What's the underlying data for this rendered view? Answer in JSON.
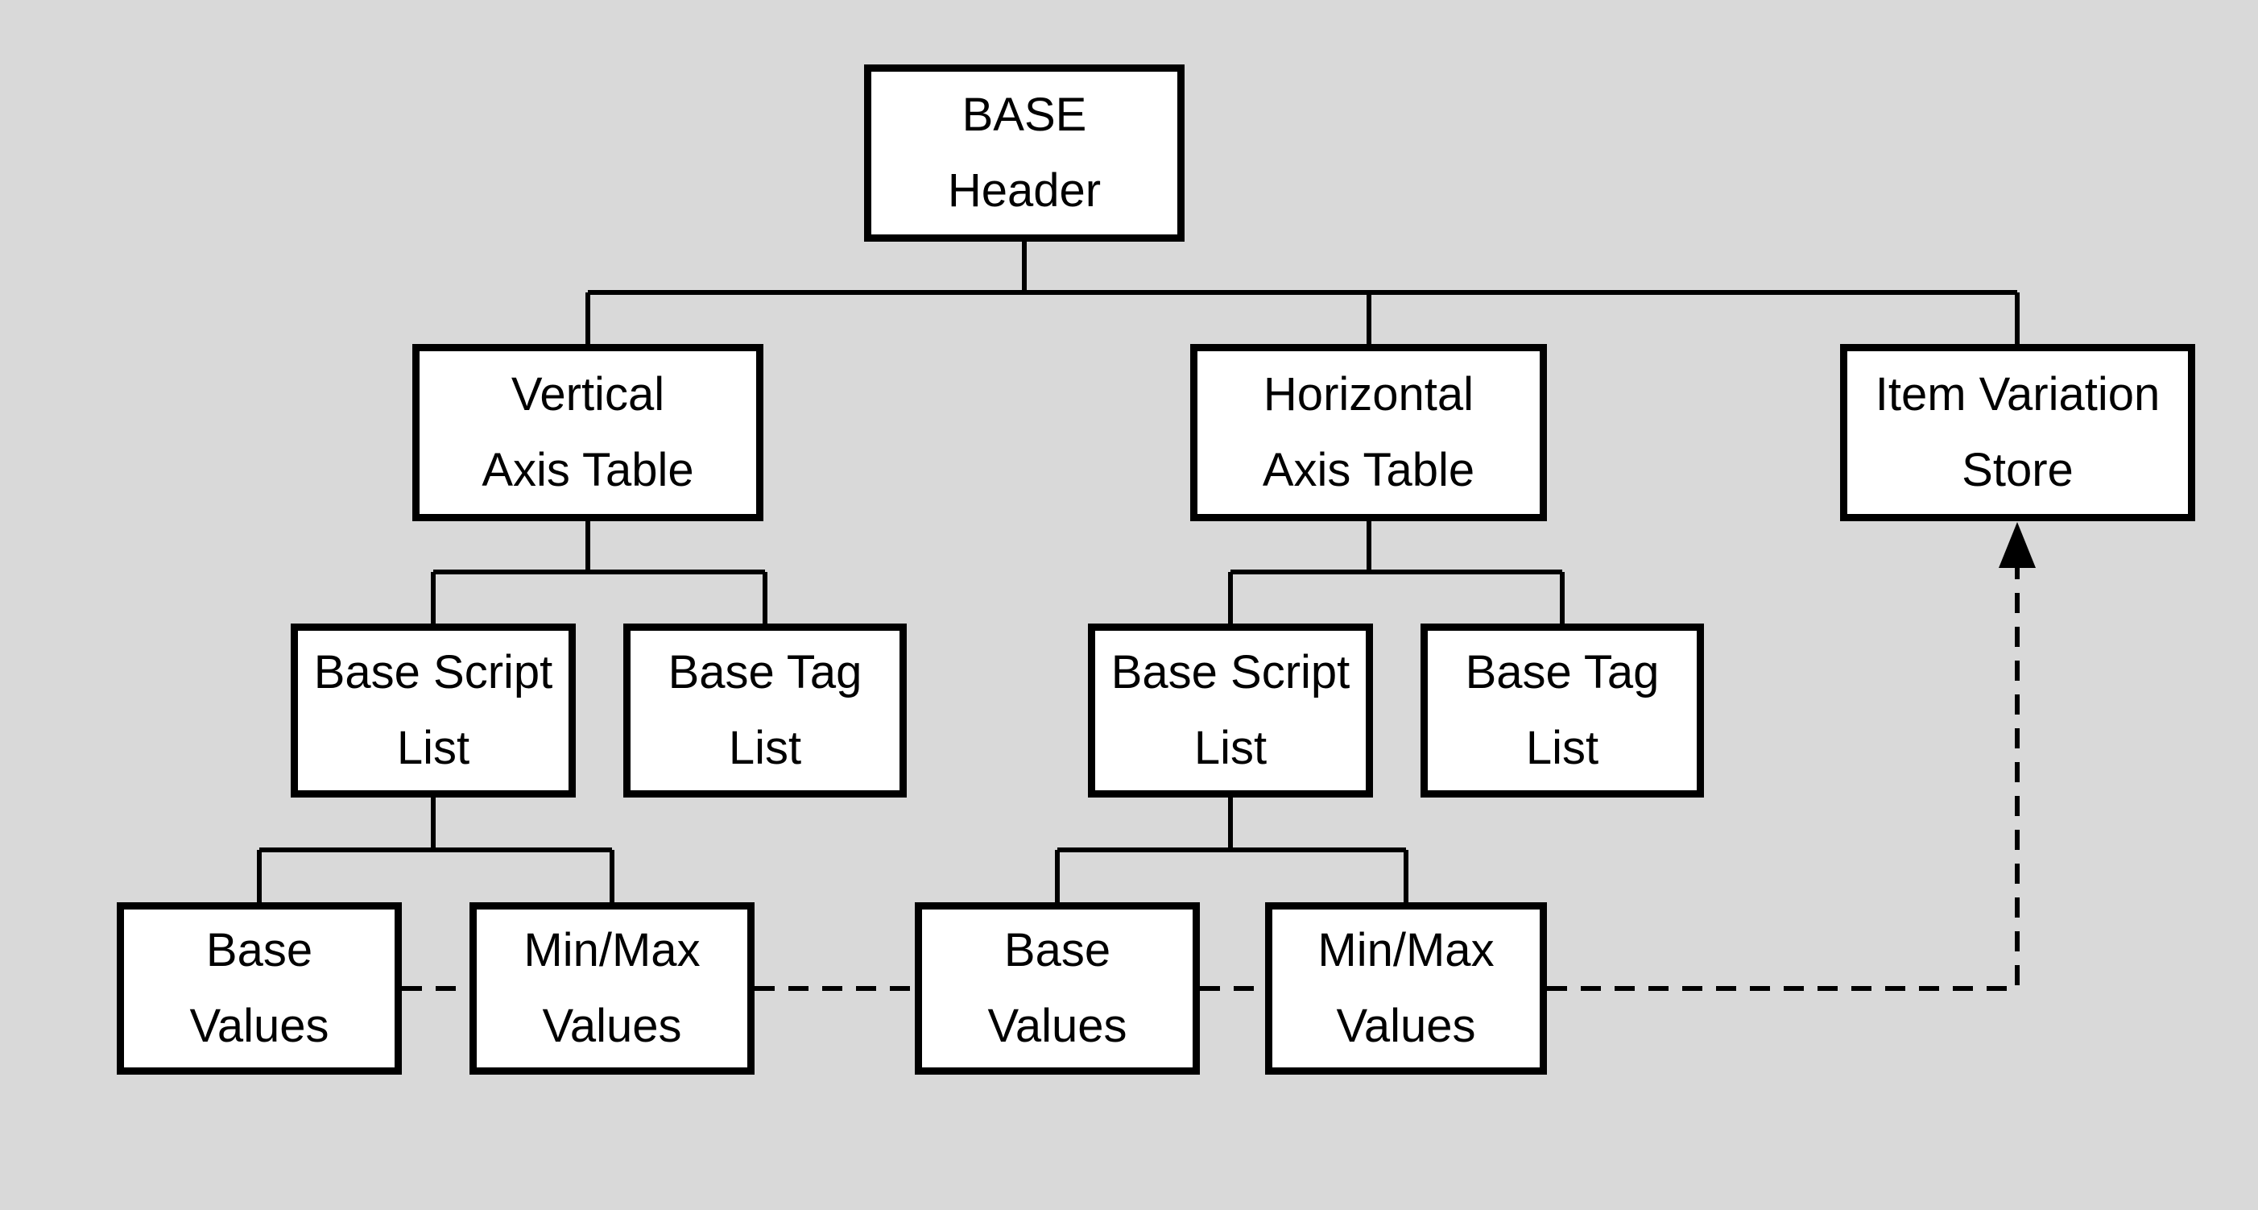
{
  "colors": {
    "background": "#d9d9d9",
    "node_fill": "#ffffff",
    "node_border": "#000000",
    "edge": "#000000"
  },
  "nodes": {
    "base_header": {
      "label": "BASE\nHeader"
    },
    "vertical_axis_table": {
      "label": "Vertical\nAxis Table"
    },
    "horizontal_axis_table": {
      "label": "Horizontal\nAxis Table"
    },
    "item_variation_store": {
      "label": "Item Variation\nStore"
    },
    "base_script_list_vertical": {
      "label": "Base Script\nList"
    },
    "base_tag_list_vertical": {
      "label": "Base Tag\nList"
    },
    "base_script_list_horizontal": {
      "label": "Base Script\nList"
    },
    "base_tag_list_horizontal": {
      "label": "Base Tag\nList"
    },
    "base_values_vertical": {
      "label": "Base\nValues"
    },
    "minmax_values_vertical": {
      "label": "Min/Max\nValues"
    },
    "base_values_horizontal": {
      "label": "Base\nValues"
    },
    "minmax_values_horizontal": {
      "label": "Min/Max\nValues"
    }
  },
  "edges": {
    "solid_tree": [
      [
        "base_header",
        "vertical_axis_table"
      ],
      [
        "base_header",
        "horizontal_axis_table"
      ],
      [
        "base_header",
        "item_variation_store"
      ],
      [
        "vertical_axis_table",
        "base_script_list_vertical"
      ],
      [
        "vertical_axis_table",
        "base_tag_list_vertical"
      ],
      [
        "horizontal_axis_table",
        "base_script_list_horizontal"
      ],
      [
        "horizontal_axis_table",
        "base_tag_list_horizontal"
      ],
      [
        "base_script_list_vertical",
        "base_values_vertical"
      ],
      [
        "base_script_list_vertical",
        "minmax_values_vertical"
      ],
      [
        "base_script_list_horizontal",
        "base_values_horizontal"
      ],
      [
        "base_script_list_horizontal",
        "minmax_values_horizontal"
      ]
    ],
    "dashed_chain": [
      "base_values_vertical",
      "minmax_values_vertical",
      "base_values_horizontal",
      "minmax_values_horizontal",
      "item_variation_store"
    ],
    "dashed_arrow_target": "item_variation_store"
  }
}
